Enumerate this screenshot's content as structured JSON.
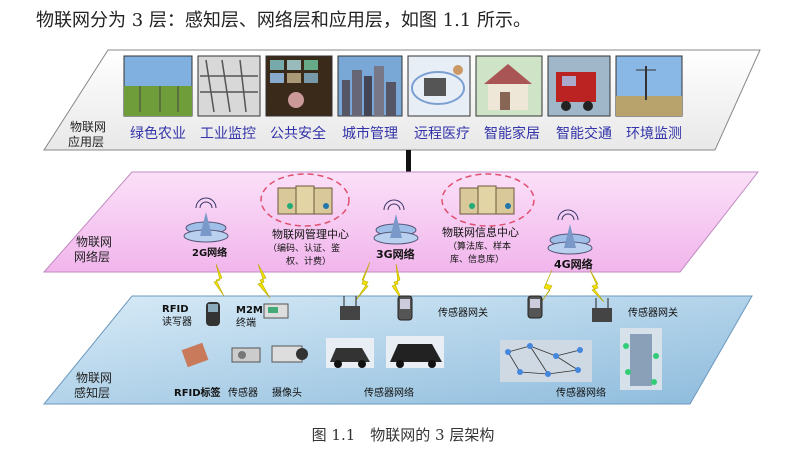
{
  "intro": "物联网分为 3 层：感知层、网络层和应用层，如图 1.1 所示。",
  "caption": "图 1.1　物联网的 3 层架构",
  "app_layer": {
    "label_line1": "物联网",
    "label_line2": "应用层",
    "items": [
      "绿色农业",
      "工业监控",
      "公共安全",
      "城市管理",
      "远程医疗",
      "智能家居",
      "智能交通",
      "环境监测"
    ]
  },
  "network_layer": {
    "label_line1": "物联网",
    "label_line2": "网络层",
    "net_2g": "2G网络",
    "net_3g": "3G网络",
    "net_4g": "4G网络",
    "mgmt_title": "物联网管理中心",
    "mgmt_line1": "（编码、认证、鉴",
    "mgmt_line2": "权、计费）",
    "info_title": "物联网信息中心",
    "info_line1": "（算法库、样本",
    "info_line2": "库、信息库）"
  },
  "perception_layer": {
    "label_line1": "物联网",
    "label_line2": "感知层",
    "rfid_reader_line1": "RFID",
    "rfid_reader_line2": "读写器",
    "m2m_line1": "M2M",
    "m2m_line2": "终端",
    "gateway_1": "传感器网关",
    "gateway_2": "传感器网关",
    "rfid_tag": "RFID标签",
    "sensor": "传感器",
    "camera": "摄像头",
    "sensor_net_1": "传感器网络",
    "sensor_net_2": "传感器网络"
  },
  "colors": {
    "app_plane": "#f2f2f2",
    "network_plane": "#f6c8f2",
    "perception_plane": "#a9cde6",
    "app_item_text": "#3333aa",
    "link_lightning": "#f2e400",
    "dashed_circle": "#e05070"
  }
}
